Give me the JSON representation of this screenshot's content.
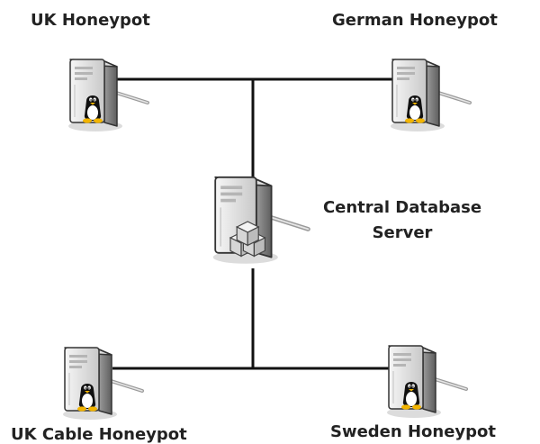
{
  "nodes": {
    "uk_honeypot": {
      "label": "UK Honeypot",
      "icon": "linux-server-icon"
    },
    "german_honeypot": {
      "label": "German Honeypot",
      "icon": "linux-server-icon"
    },
    "central_server": {
      "label_line1": "Central Database",
      "label_line2": "Server",
      "icon": "database-server-icon"
    },
    "uk_cable_honeypot": {
      "label": "UK Cable Honeypot",
      "icon": "linux-server-icon"
    },
    "sweden_honeypot": {
      "label": "Sweden Honeypot",
      "icon": "linux-server-icon"
    }
  },
  "colors": {
    "line": "#111111",
    "text": "#222222"
  }
}
